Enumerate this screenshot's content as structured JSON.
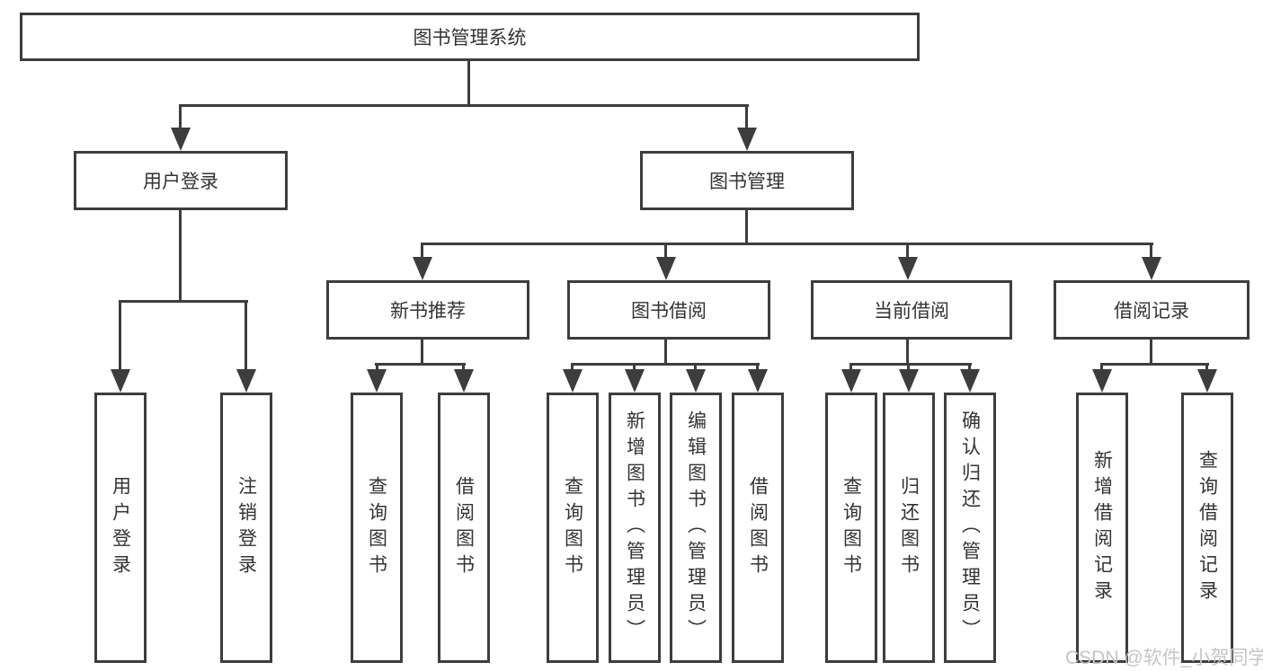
{
  "diagram": {
    "root": {
      "label": "图书管理系统"
    },
    "branches": [
      {
        "label": "用户登录",
        "children": [
          {
            "label": "用户登录"
          },
          {
            "label": "注销登录"
          }
        ]
      },
      {
        "label": "图书管理",
        "children": [
          {
            "label": "新书推荐",
            "children": [
              {
                "label": "查询图书"
              },
              {
                "label": "借阅图书"
              }
            ]
          },
          {
            "label": "图书借阅",
            "children": [
              {
                "label": "查询图书"
              },
              {
                "label": "新增图书（管理员）"
              },
              {
                "label": "编辑图书（管理员）"
              },
              {
                "label": "借阅图书"
              }
            ]
          },
          {
            "label": "当前借阅",
            "children": [
              {
                "label": "查询图书"
              },
              {
                "label": "归还图书"
              },
              {
                "label": "确认归还（管理员）"
              }
            ]
          },
          {
            "label": "借阅记录",
            "children": [
              {
                "label": "新增借阅记录"
              },
              {
                "label": "查询借阅记录"
              }
            ]
          }
        ]
      }
    ]
  },
  "watermark": {
    "text": "CSDN @软件_小贺同学"
  },
  "colors": {
    "line": "#3d3d3d",
    "text": "#333333",
    "watermark": "#c5c5c5",
    "background": "#ffffff"
  }
}
